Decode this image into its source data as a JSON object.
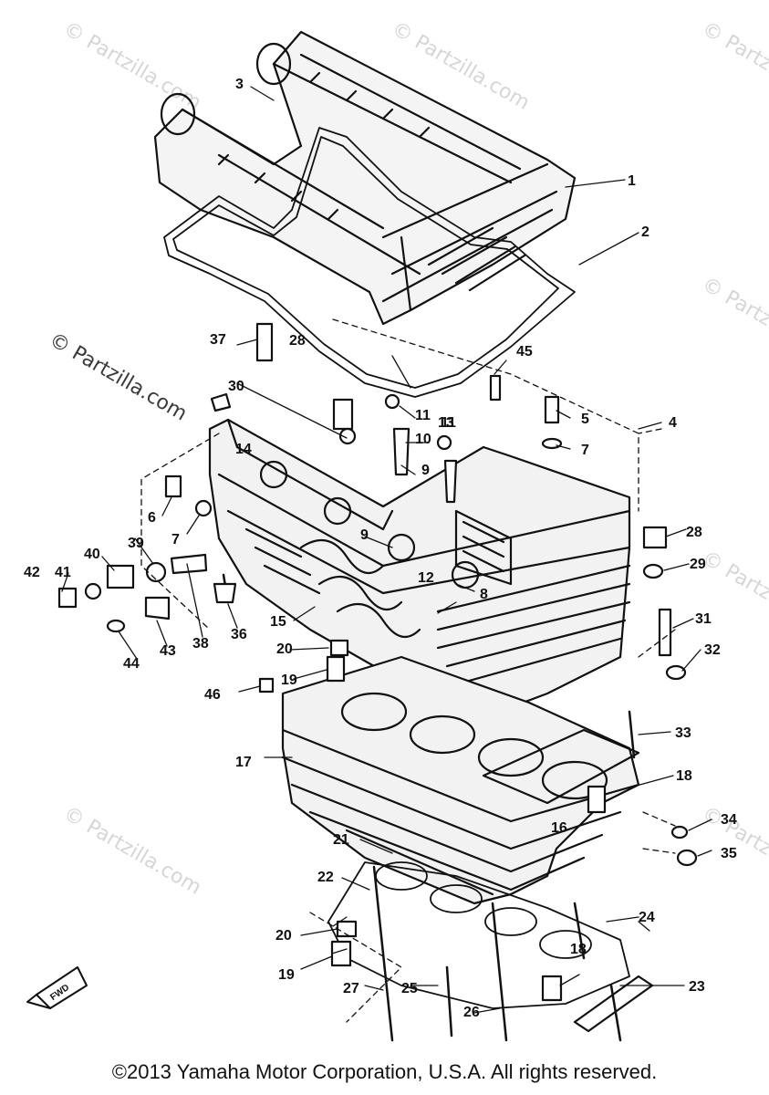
{
  "watermark": {
    "main": "© Partzilla.com",
    "faint": "© Partzilla.com"
  },
  "copyright": "©2013 Yamaha Motor Corporation, U.S.A. All rights reserved.",
  "fwd_label": "FWD",
  "callouts": [
    "1",
    "2",
    "3",
    "4",
    "5",
    "6",
    "7",
    "7",
    "8",
    "9",
    "9",
    "10",
    "11",
    "11",
    "12",
    "13",
    "14",
    "15",
    "16",
    "17",
    "18",
    "18",
    "19",
    "19",
    "20",
    "20",
    "21",
    "22",
    "23",
    "24",
    "25",
    "26",
    "27",
    "28",
    "28",
    "29",
    "30",
    "31",
    "32",
    "33",
    "34",
    "35",
    "36",
    "37",
    "38",
    "39",
    "40",
    "41",
    "42",
    "43",
    "44",
    "45",
    "46"
  ]
}
